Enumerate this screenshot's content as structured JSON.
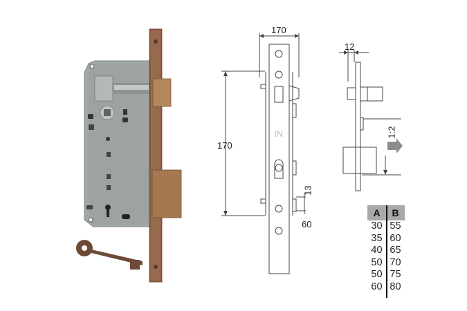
{
  "photo": {
    "description": "Mortise lock with bronze faceplate and skeleton key",
    "colors": {
      "case": "#9ea3a3",
      "faceplate": "#8a5a3c",
      "bolt": "#a5784f",
      "key": "#6d4a35"
    }
  },
  "drawing": {
    "front_view": {
      "width_label": "170",
      "height_label": "170",
      "marking": "IN",
      "offset_label_1": "13",
      "offset_label_2": "60"
    },
    "side_view": {
      "thickness_label": "12",
      "scale_label": "1:2"
    }
  },
  "table": {
    "headers": [
      "A",
      "B"
    ],
    "rows": [
      [
        "30",
        "55"
      ],
      [
        "35",
        "60"
      ],
      [
        "40",
        "65"
      ],
      [
        "50",
        "70"
      ],
      [
        "50",
        "75"
      ],
      [
        "60",
        "80"
      ]
    ]
  }
}
